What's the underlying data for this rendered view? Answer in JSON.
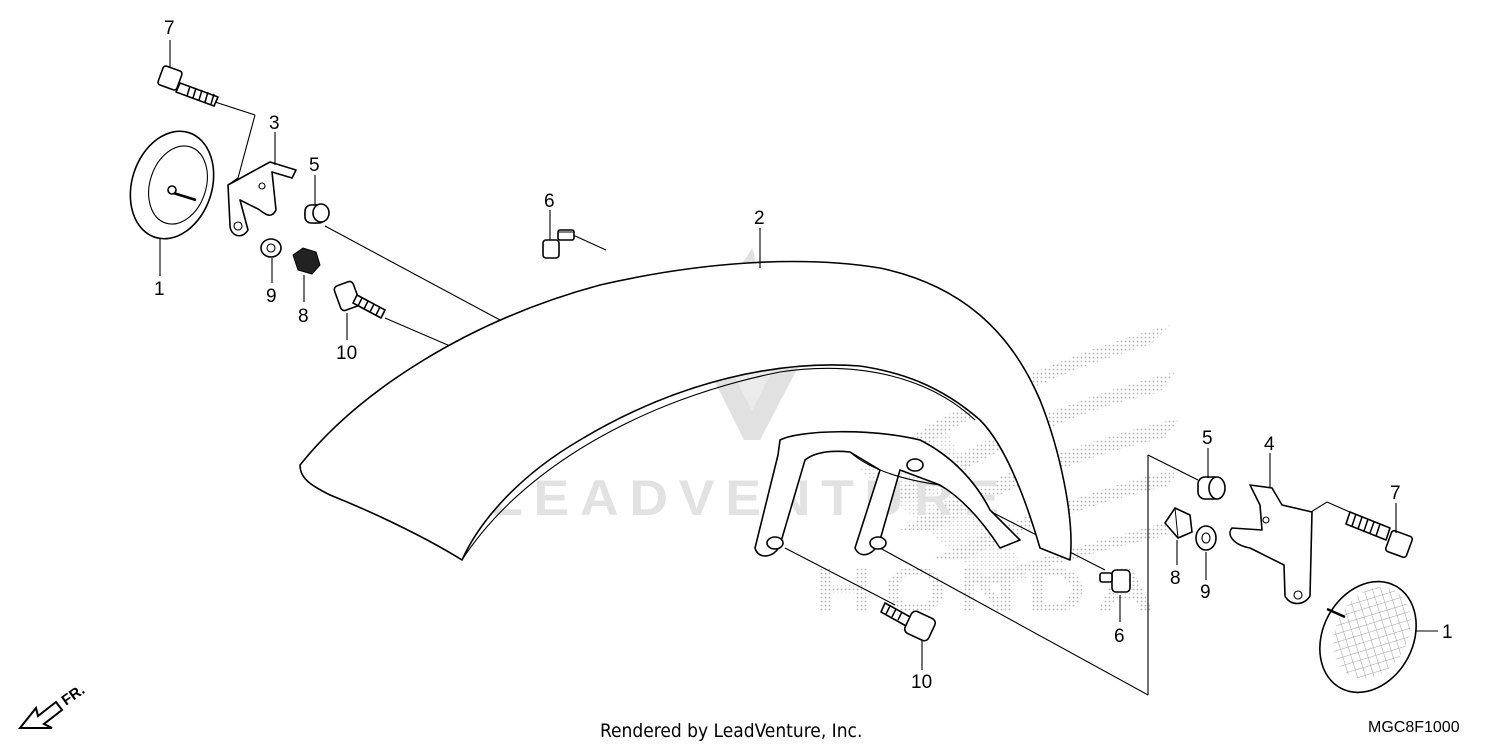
{
  "diagram": {
    "callouts": {
      "c1a": "1",
      "c1b": "1",
      "c2": "2",
      "c3": "3",
      "c4": "4",
      "c5a": "5",
      "c5b": "5",
      "c6a": "6",
      "c6b": "6",
      "c7a": "7",
      "c7b": "7",
      "c8a": "8",
      "c8b": "8",
      "c9a": "9",
      "c9b": "9",
      "c10a": "10",
      "c10b": "10"
    },
    "footer": "Rendered by LeadVenture, Inc.",
    "diagram_code": "MGC8F1000",
    "direction_label": "FR.",
    "watermark_text": "LEADVENTURE",
    "brand_watermark": "HONDA"
  },
  "colors": {
    "line": "#000000",
    "watermark": "#d9d9d9",
    "dots": "#b8b8b8"
  }
}
